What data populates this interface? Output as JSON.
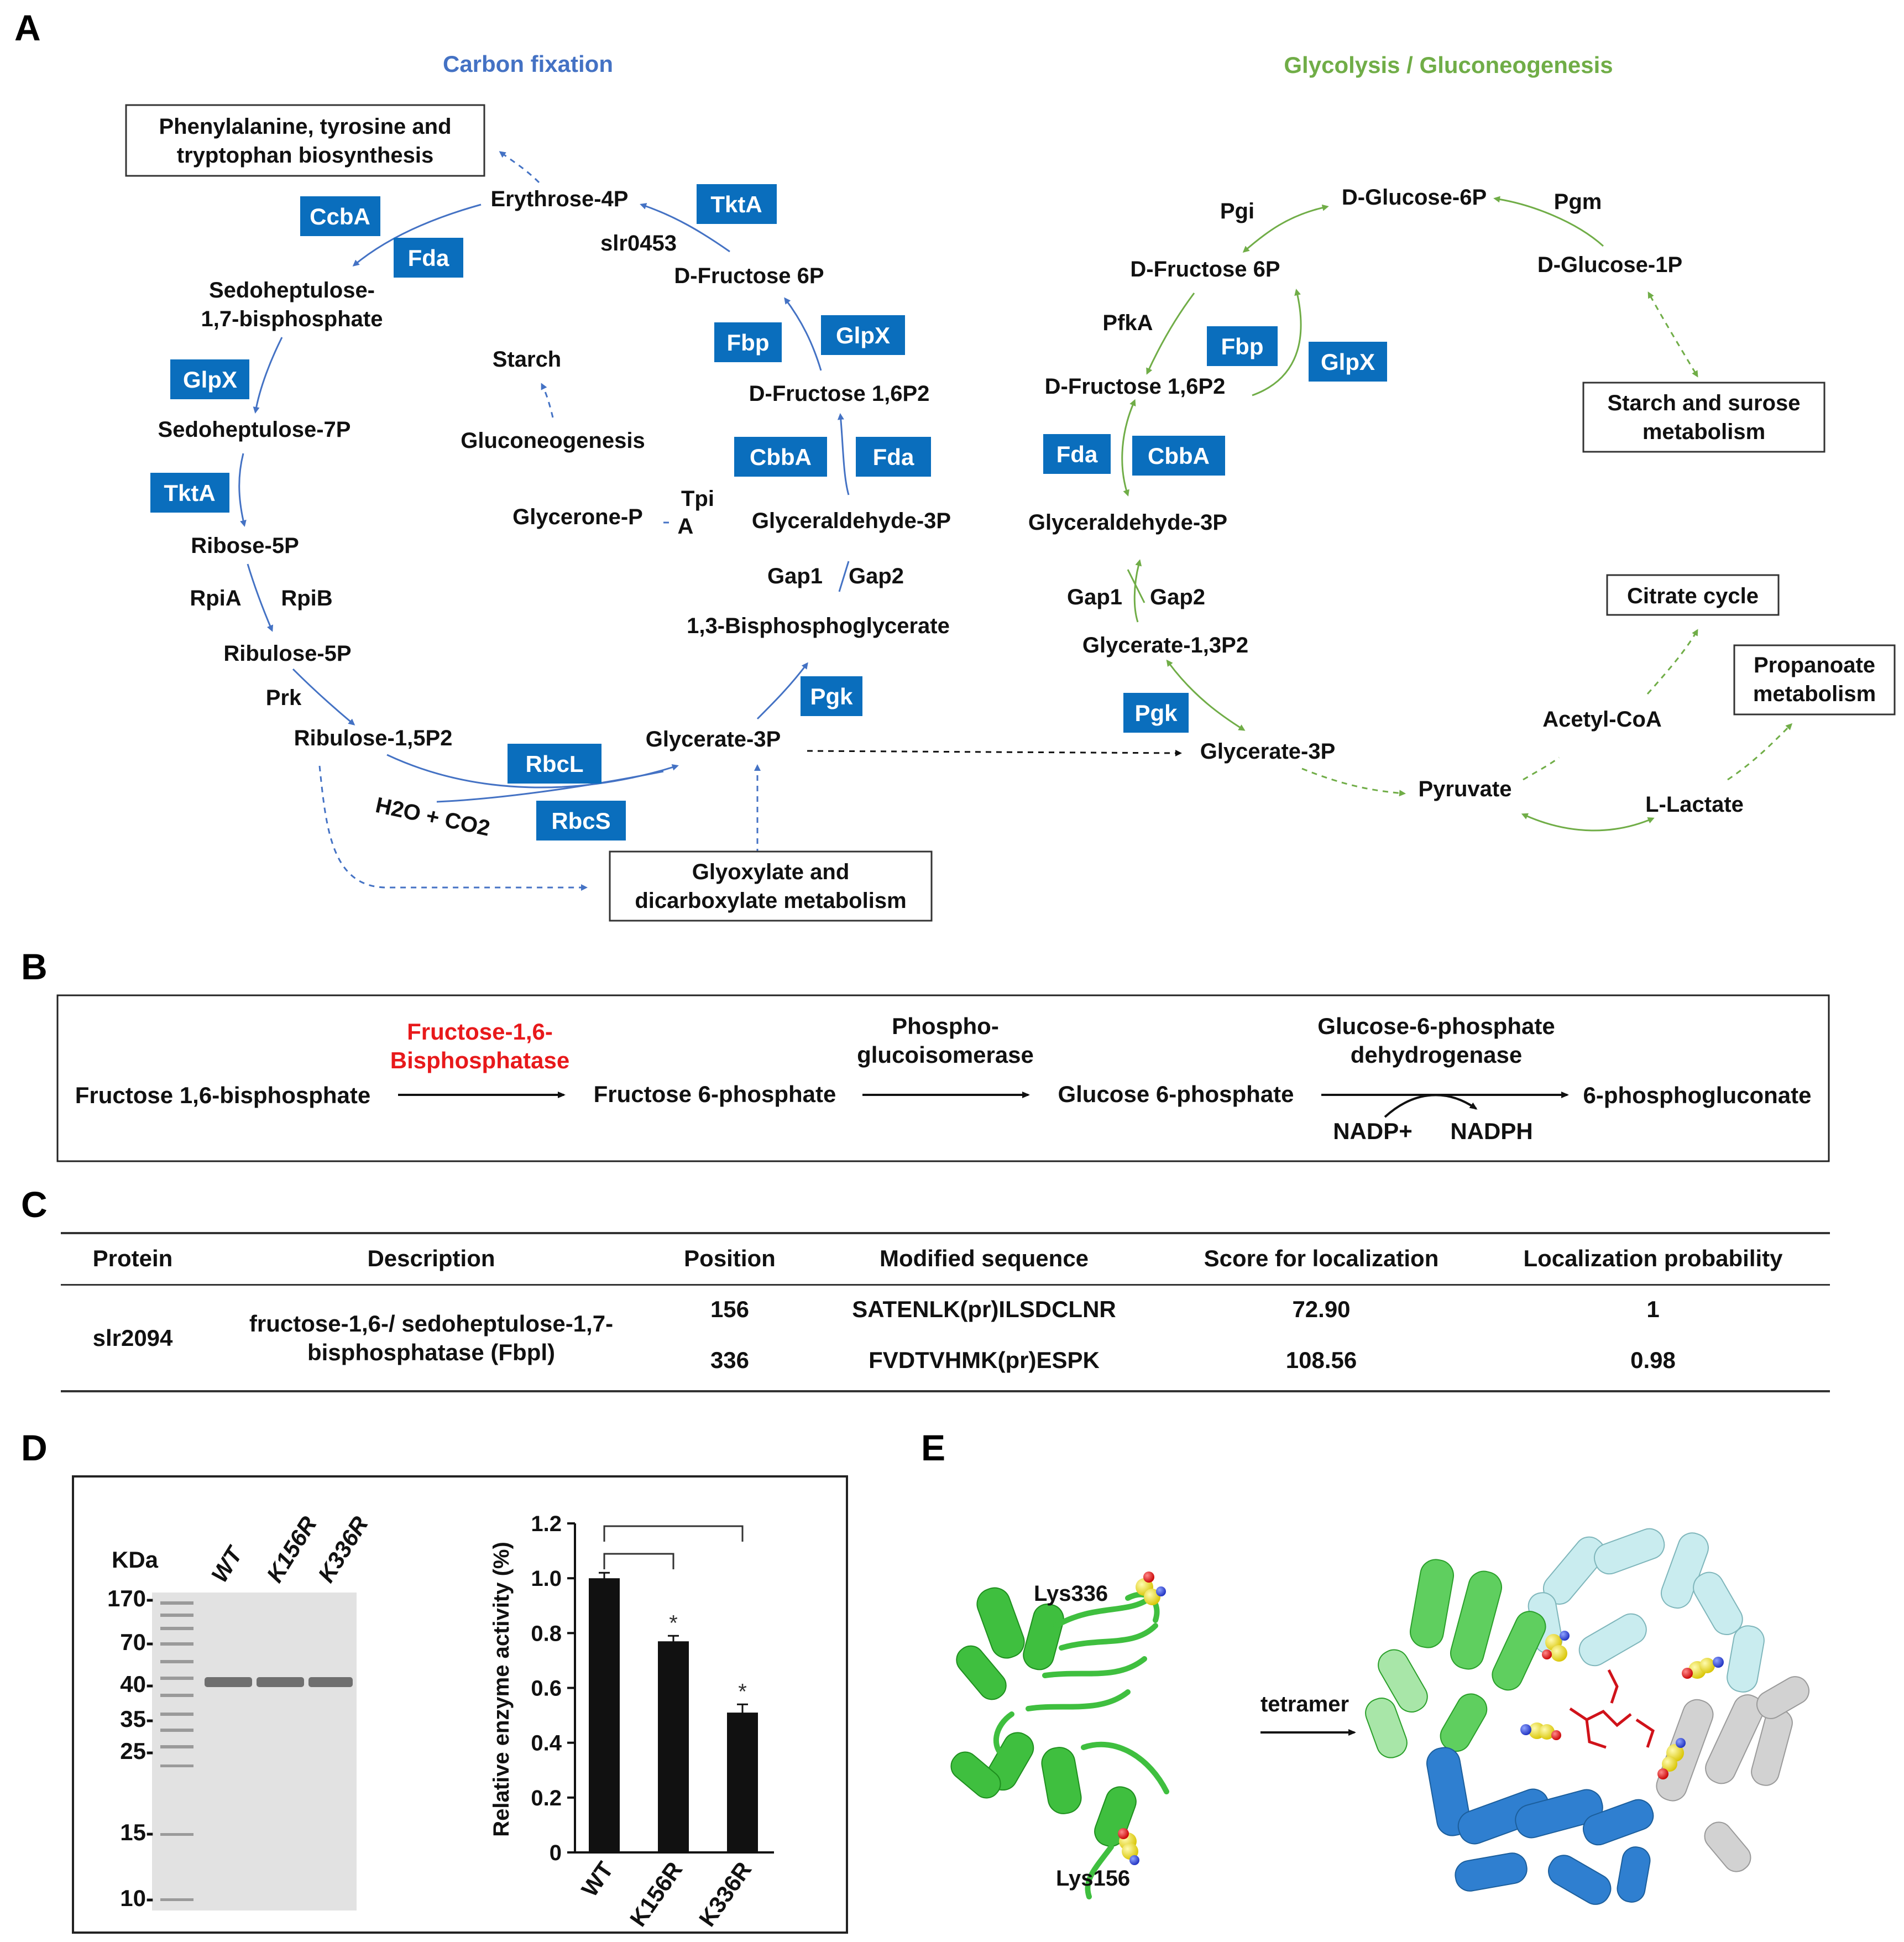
{
  "panel_letters": {
    "a": "A",
    "b": "B",
    "c": "C",
    "d": "D",
    "e": "E"
  },
  "panelA": {
    "carbon_title": "Carbon fixation",
    "glyco_title": "Glycolysis / Gluconeogenesis",
    "colors": {
      "carbon": "#4472c4",
      "glyco": "#70ad47",
      "enzyme_box": "#0a6ebd"
    },
    "left": {
      "box_pheny": [
        "Phenylalanine, tyrosine and",
        "tryptophan biosynthesis"
      ],
      "box_glyox": [
        "Glyoxylate and",
        "dicarboxylate metabolism"
      ],
      "erythrose": "Erythrose-4P",
      "sedo17": [
        "Sedoheptulose-",
        "1,7-bisphosphate"
      ],
      "sedo7p": "Sedoheptulose-7P",
      "ribose": "Ribose-5P",
      "rpia": "RpiA",
      "rpib": "RpiB",
      "ribulose5p": "Ribulose-5P",
      "prk": "Prk",
      "ribulose15": "Ribulose-1,5P2",
      "h2o": "H2O + CO2",
      "glycerate3p": "Glycerate-3P",
      "bpg": "1,3-Bisphosphoglycerate",
      "gap1": "Gap1",
      "gap2": "Gap2",
      "glyald": "Glyceraldehyde-3P",
      "dfru16": "D-Fructose 1,6P2",
      "dfru6": "D-Fructose 6P",
      "slr": "slr0453",
      "starch": "Starch",
      "gluconeo": "Gluconeogenesis",
      "glycerone": "Glycerone-P",
      "tpi": [
        "Tpi",
        "A"
      ],
      "enzymes": {
        "ccba": "CcbA",
        "fda1": "Fda",
        "tkta1": "TktA",
        "glpx1": "GlpX",
        "tkta2": "TktA",
        "fbp": "Fbp",
        "glpx2": "GlpX",
        "cbba": "CbbA",
        "fda2": "Fda",
        "pgk": "Pgk",
        "rbcl": "RbcL",
        "rbcs": "RbcS"
      }
    },
    "right": {
      "pgi": "Pgi",
      "dglc6p": "D-Glucose-6P",
      "pgm": "Pgm",
      "dfru6": "D-Fructose 6P",
      "dglc1p": "D-Glucose-1P",
      "pfka": "PfkA",
      "dfru16": "D-Fructose 1,6P2",
      "box_starch": [
        "Starch and surose",
        "metabolism"
      ],
      "glyald": "Glyceraldehyde-3P",
      "gap1": "Gap1",
      "gap2": "Gap2",
      "glycerate13": "Glycerate-1,3P2",
      "box_citrate": "Citrate cycle",
      "box_propa": [
        "Propanoate",
        "metabolism"
      ],
      "acetyl": "Acetyl-CoA",
      "glycerate3p": "Glycerate-3P",
      "pyruvate": "Pyruvate",
      "lactate": "L-Lactate",
      "enzymes": {
        "fbp": "Fbp",
        "glpx": "GlpX",
        "fda": "Fda",
        "cbba": "CbbA",
        "pgk": "Pgk"
      }
    }
  },
  "panelB": {
    "sub1": "Fructose 1,6-bisphosphate",
    "enzyme1": [
      "Fructose-1,6-",
      "Bisphosphatase"
    ],
    "sub2": "Fructose 6-phosphate",
    "enzyme2": [
      "Phospho-",
      "glucoisomerase"
    ],
    "sub3": "Glucose 6-phosphate",
    "enzyme3": [
      "Glucose-6-phosphate",
      "dehydrogenase"
    ],
    "product": "6-phosphogluconate",
    "cof_in": "NADP+",
    "cof_out": "NADPH",
    "enzyme1_color": "#e8191b"
  },
  "panelC": {
    "headers": [
      "Protein",
      "Description",
      "Position",
      "Modified sequence",
      "Score for localization",
      "Localization probability"
    ],
    "protein": "slr2094",
    "description": [
      "fructose-1,6-/ sedoheptulose-1,7-",
      "bisphosphatase (Fbpl)"
    ],
    "rows": [
      {
        "position": "156",
        "sequence": "SATENLK(pr)ILSDCLNR",
        "score": "72.90",
        "prob": "1"
      },
      {
        "position": "336",
        "sequence": "FVDTVHMK(pr)ESPK",
        "score": "108.56",
        "prob": "0.98"
      }
    ]
  },
  "panelD": {
    "kda_label": "KDa",
    "ladder": [
      "170-",
      "70-",
      "40-",
      "35-",
      "25-",
      "15-",
      "10-"
    ],
    "lanes": [
      "WT",
      "K156R",
      "K336R"
    ],
    "chart_data": {
      "type": "bar",
      "categories": [
        "WT",
        "K156R",
        "K336R"
      ],
      "values": [
        1.0,
        0.77,
        0.51
      ],
      "errors": [
        0.02,
        0.02,
        0.03
      ],
      "significance": [
        "",
        "*",
        "*"
      ],
      "ylabel": "Relative enzyme activity (%)",
      "ylim": [
        0,
        1.2
      ],
      "yticks": [
        "0",
        "0.2",
        "0.4",
        "0.6",
        "0.8",
        "1.0",
        "1.2"
      ],
      "bar_color": "#111111"
    }
  },
  "panelE": {
    "lys336": "Lys336",
    "lys156": "Lys156",
    "arrow_label": "tetramer",
    "colors": {
      "green": "#3fbf3f",
      "blue": "#2f7fd0",
      "cyan": "#c9ecef",
      "gray": "#c8c8c8",
      "red": "#d0121a",
      "yellow": "#f3e32b"
    }
  }
}
